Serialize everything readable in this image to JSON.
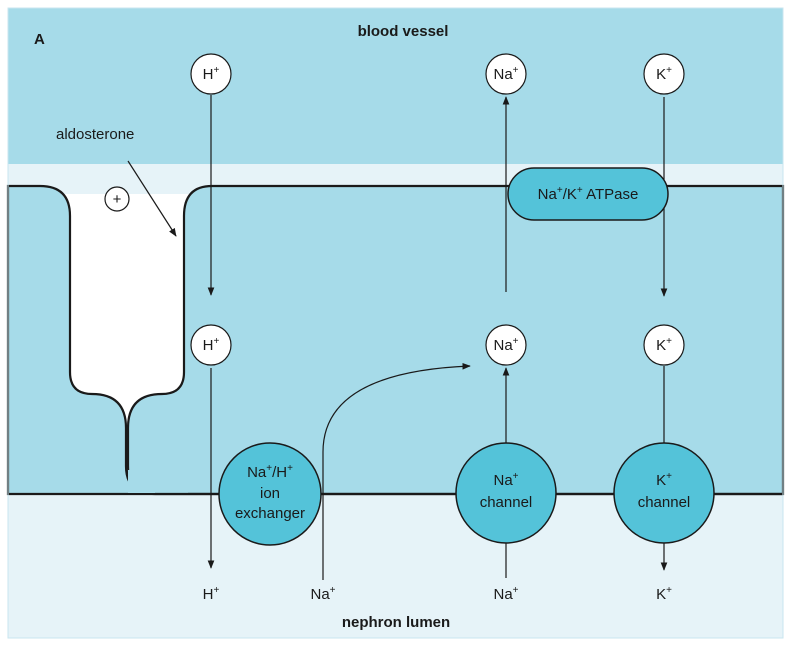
{
  "panel_label": "A",
  "regions": {
    "blood_vessel": "blood vessel",
    "nephron_lumen": "nephron lumen"
  },
  "hormone": {
    "label": "aldosterone",
    "effect_symbol": "+"
  },
  "ions": {
    "h_plus": {
      "base": "H",
      "charge": "+"
    },
    "na_plus": {
      "base": "Na",
      "charge": "+"
    },
    "k_plus": {
      "base": "K",
      "charge": "+"
    }
  },
  "transporters": {
    "atpase": {
      "na": "Na",
      "charge": "+",
      "slash": "/K",
      "suffix": " ATPase"
    },
    "exchanger": {
      "line1_na": "Na",
      "line1_slash": "/H",
      "charge": "+",
      "line2": "ion",
      "line3": "exchanger"
    },
    "na_channel": {
      "ion": "Na",
      "charge": "+",
      "label": "channel"
    },
    "k_channel": {
      "ion": "K",
      "charge": "+",
      "label": "channel"
    }
  },
  "colors": {
    "blood_band": "#a6dbe9",
    "interstitium": "#e6f3f8",
    "cell": "#a6dbe9",
    "lumen": "#e6f3f8",
    "transporter": "#54c3d9",
    "outline": "#1a1a1a",
    "ion_circle": "#ffffff"
  }
}
